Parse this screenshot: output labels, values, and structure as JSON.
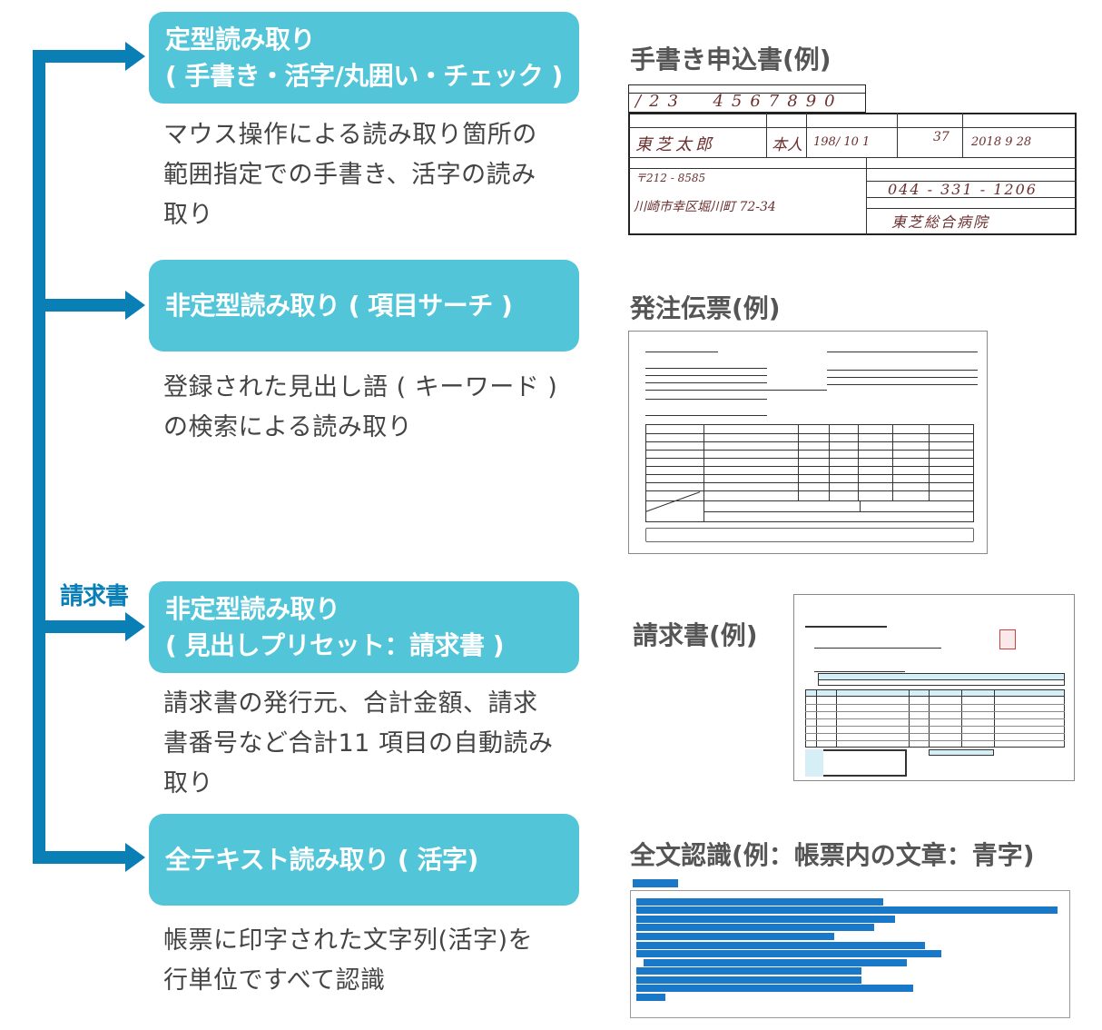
{
  "side_label": "請求書",
  "modes": [
    {
      "title_lines": [
        "定型読み取り",
        "( 手書き・活字/丸囲い・チェック )"
      ],
      "description_lines": [
        "マウス操作による読み取り箇所の",
        "範囲指定での手書き、活字の読み",
        "取り"
      ]
    },
    {
      "title_lines": [
        "非定型読み取り ( 項目サーチ )"
      ],
      "description_lines": [
        "登録された見出し語 ( キーワード )",
        "の検索による読み取り"
      ]
    },
    {
      "title_lines": [
        "非定型読み取り",
        "( 見出しプリセット：請求書 )"
      ],
      "description_lines": [
        "請求書の発行元、合計金額、請求",
        "書番号など合計11 項目の自動読み",
        "取り"
      ]
    },
    {
      "title_lines": [
        "全テキスト読み取り ( 活字)"
      ],
      "description_lines": [
        "帳票に印字された文字列(活字)を",
        "行単位ですべて認識"
      ]
    }
  ],
  "examples": {
    "handwritten": {
      "title": "手書き申込書(例)",
      "digits": [
        "/",
        "2",
        "3",
        "4",
        "5",
        "6",
        "7",
        "8",
        "9",
        "0"
      ],
      "name": "東芝太郎",
      "relation": "本人",
      "birth": "198/ 10 1",
      "age": "37",
      "date": "2018 9 28",
      "postal": "〒212 - 8585",
      "address": "川崎市幸区堀川町 72-34",
      "phone": "044 - 331 - 1206",
      "hospital": "東芝総合病院"
    },
    "order": {
      "title": "発注伝票(例)"
    },
    "invoice": {
      "title": "請求書(例)"
    },
    "fulltext": {
      "title": "全文認識(例：帳票内の文章：青字)"
    }
  },
  "colors": {
    "connector": "#0a7fb6",
    "box": "#52c6d8",
    "highlight": "#1a78c8"
  }
}
